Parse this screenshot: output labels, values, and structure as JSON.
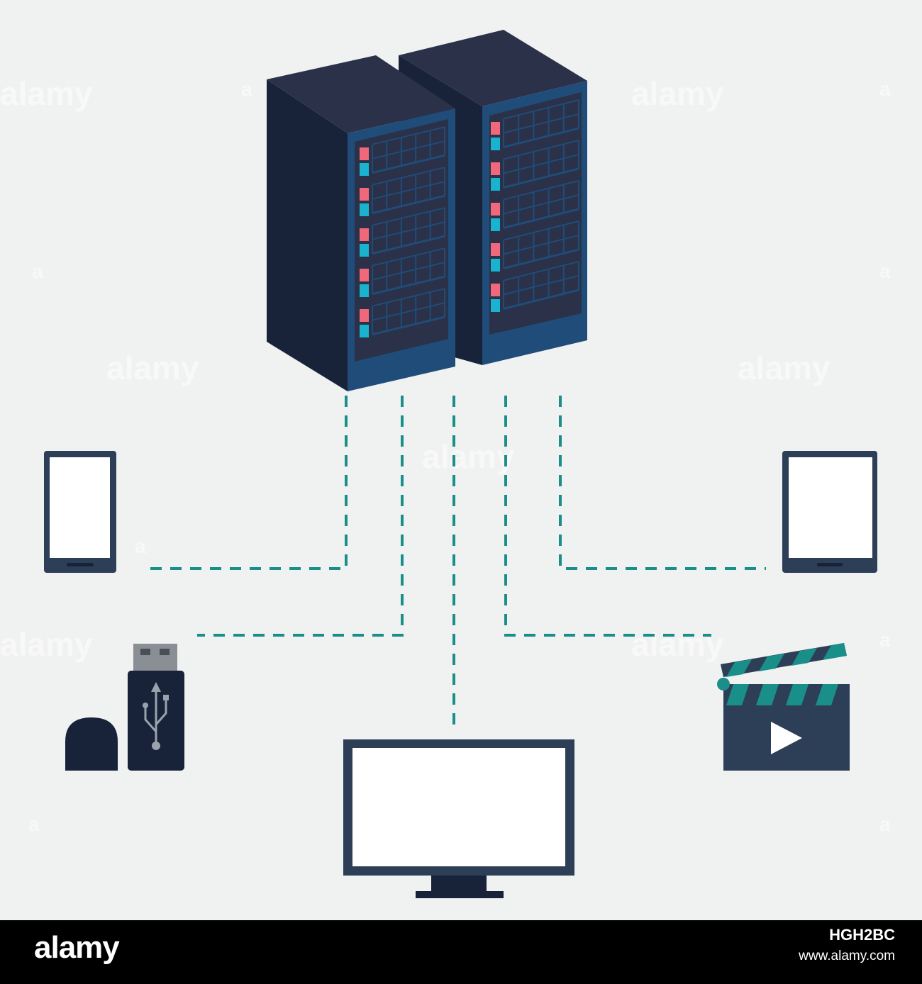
{
  "colors": {
    "background": "#f0f1f1",
    "navy": "#2d3f57",
    "navy_dark": "#18233a",
    "server_front": "#1f4c79",
    "server_panel": "#2b3148",
    "indicator_red": "#f0697a",
    "indicator_cyan": "#1ab3cf",
    "connector_teal": "#1a8f8a",
    "screen_white": "#ffffff"
  },
  "nodes": {
    "center": {
      "name": "server-racks",
      "icon": "server-rack-icon"
    },
    "devices": [
      {
        "name": "smartphone",
        "icon": "smartphone-icon"
      },
      {
        "name": "usb-drive",
        "icon": "usb-flash-drive-icon"
      },
      {
        "name": "monitor",
        "icon": "monitor-icon"
      },
      {
        "name": "clapperboard",
        "icon": "clapperboard-play-icon"
      },
      {
        "name": "tablet",
        "icon": "tablet-icon"
      }
    ],
    "connectors": [
      "smartphone",
      "usb-drive",
      "monitor",
      "clapperboard",
      "tablet"
    ]
  },
  "footer": {
    "logo": "alamy",
    "image_id": "HGH2BC",
    "url": "www.alamy.com"
  },
  "watermark": {
    "text": "alamy",
    "glyph": "a"
  }
}
